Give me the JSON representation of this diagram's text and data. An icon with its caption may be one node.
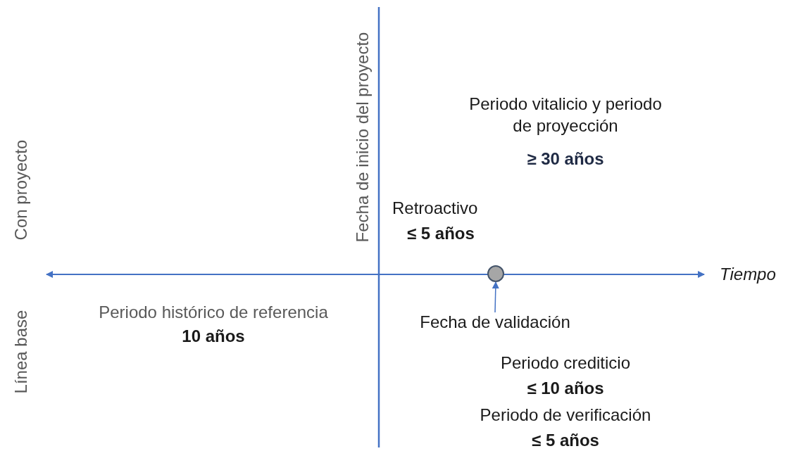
{
  "diagram": {
    "nodes": [
      {
        "text": [],
        "shape": "circle"
      },
      {
        "text": [
          "Fecha de validación"
        ]
      }
    ],
    "edges": [
      {
        "from": 1,
        "to": 0,
        "arrow": "to"
      }
    ],
    "labels": [
      "Fecha de inicio del proyecto",
      "Periodo vitalicio y periodo de proyección",
      "≥ 30 años",
      "Con proyecto",
      "Retroactivo",
      "≤ 5 años",
      "Tiempo",
      "Línea base",
      "Periodo histórico de referencia",
      "10 años",
      "Periodo crediticio",
      "≤ 10 años",
      "Periodo de verificación",
      "≤ 5 años"
    ]
  }
}
